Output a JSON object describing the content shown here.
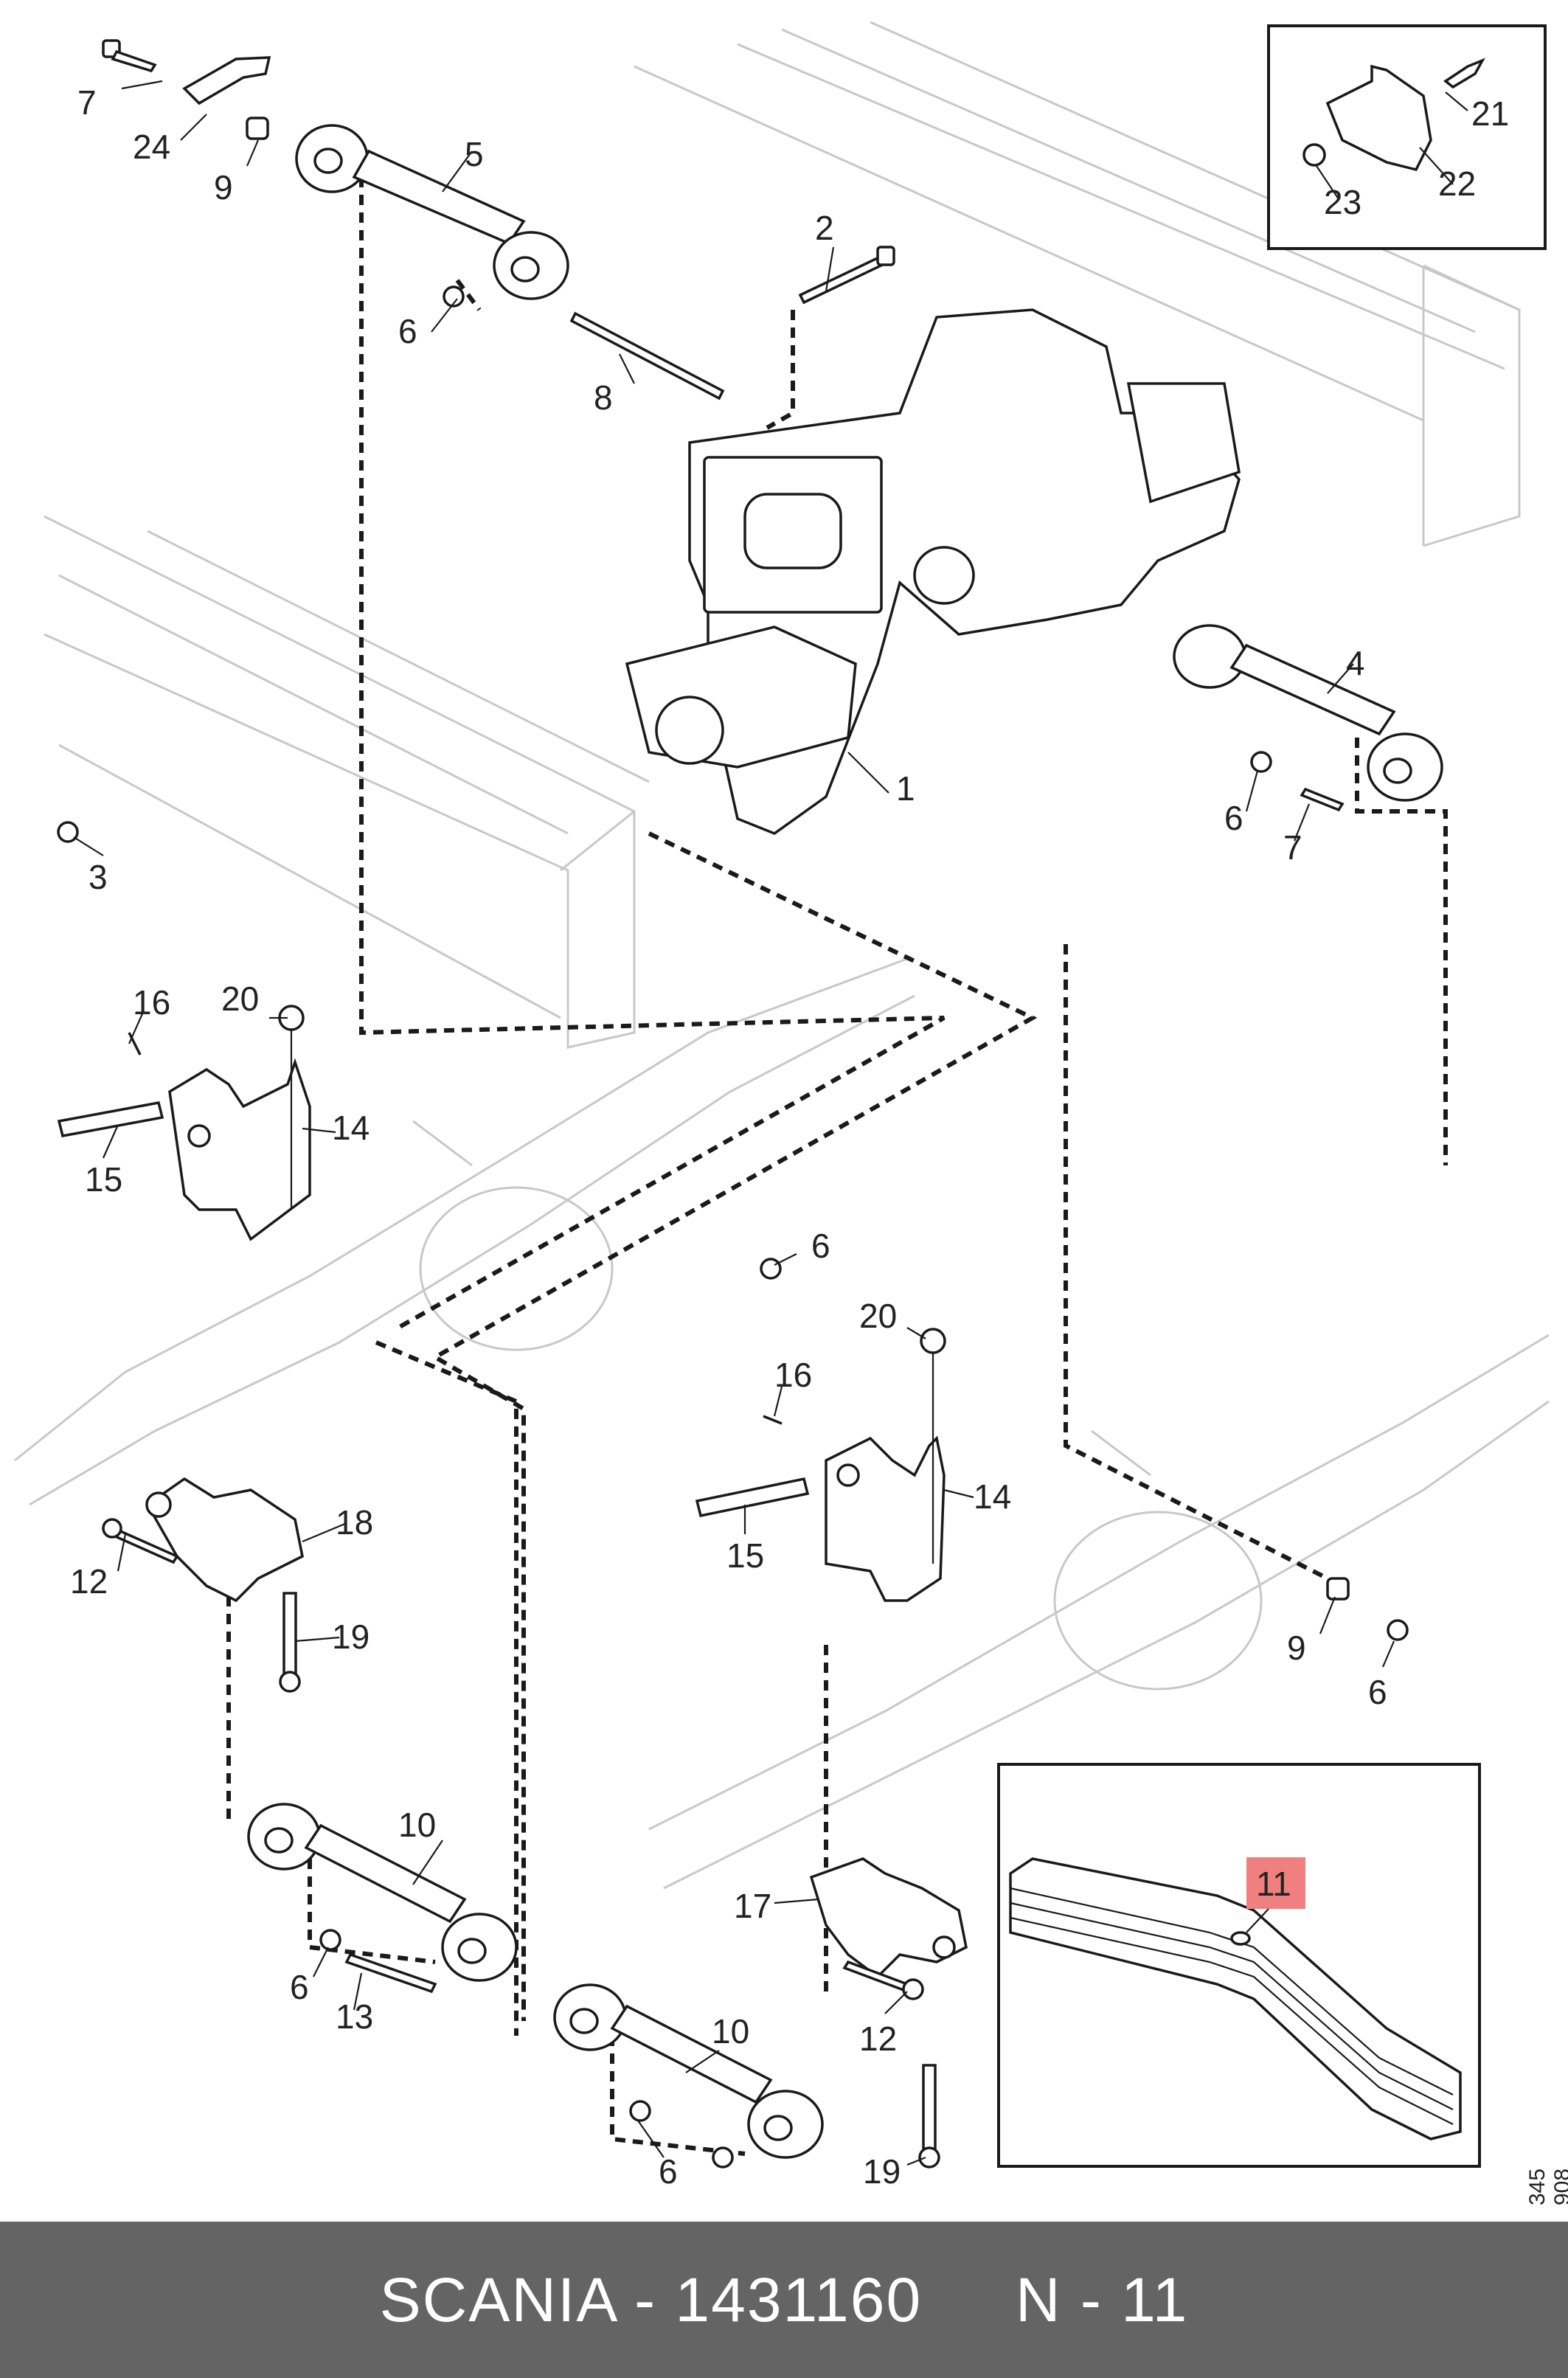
{
  "diagram": {
    "callouts": [
      {
        "id": "c7a",
        "text": "7"
      },
      {
        "id": "c24",
        "text": "24"
      },
      {
        "id": "c9a",
        "text": "9"
      },
      {
        "id": "c5",
        "text": "5"
      },
      {
        "id": "c2",
        "text": "2"
      },
      {
        "id": "c6a",
        "text": "6"
      },
      {
        "id": "c8",
        "text": "8"
      },
      {
        "id": "c21",
        "text": "21"
      },
      {
        "id": "c22",
        "text": "22"
      },
      {
        "id": "c23",
        "text": "23"
      },
      {
        "id": "c4",
        "text": "4"
      },
      {
        "id": "c1",
        "text": "1"
      },
      {
        "id": "c6b",
        "text": "6"
      },
      {
        "id": "c7b",
        "text": "7"
      },
      {
        "id": "c3",
        "text": "3"
      },
      {
        "id": "c16a",
        "text": "16"
      },
      {
        "id": "c20a",
        "text": "20"
      },
      {
        "id": "c14a",
        "text": "14"
      },
      {
        "id": "c15a",
        "text": "15"
      },
      {
        "id": "c6c",
        "text": "6"
      },
      {
        "id": "c20b",
        "text": "20"
      },
      {
        "id": "c16b",
        "text": "16"
      },
      {
        "id": "c14b",
        "text": "14"
      },
      {
        "id": "c15b",
        "text": "15"
      },
      {
        "id": "c18",
        "text": "18"
      },
      {
        "id": "c12a",
        "text": "12"
      },
      {
        "id": "c19a",
        "text": "19"
      },
      {
        "id": "c9b",
        "text": "9"
      },
      {
        "id": "c6d",
        "text": "6"
      },
      {
        "id": "c10a",
        "text": "10"
      },
      {
        "id": "c6e",
        "text": "6"
      },
      {
        "id": "c13",
        "text": "13"
      },
      {
        "id": "c17",
        "text": "17"
      },
      {
        "id": "c12b",
        "text": "12"
      },
      {
        "id": "c10b",
        "text": "10"
      },
      {
        "id": "c6f",
        "text": "6"
      },
      {
        "id": "c19b",
        "text": "19"
      },
      {
        "id": "c11",
        "text": "11"
      }
    ],
    "highlight_color": "#f08080",
    "drawing_number": "345 908"
  },
  "footer": {
    "text": "SCANIA - 1431160     N - 11",
    "background": "#646464"
  }
}
